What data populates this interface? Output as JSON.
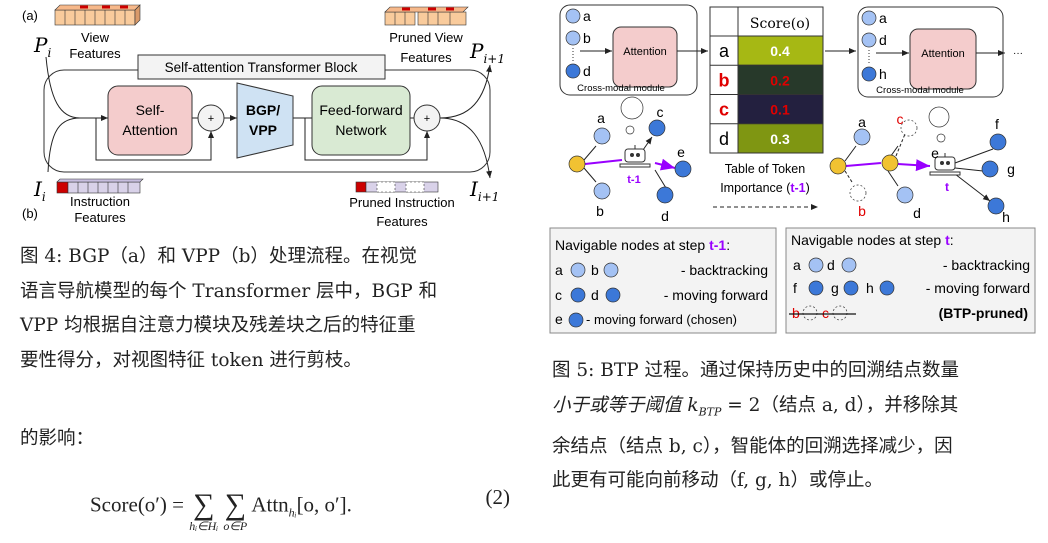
{
  "fig4": {
    "label_a": "(a)",
    "label_b": "(b)",
    "p_i": "P",
    "p_i_sub": "i",
    "p_next": "P",
    "p_next_sub": "i+1",
    "i_i": "I",
    "i_i_sub": "i",
    "i_next": "I",
    "i_next_sub": "i+1",
    "view_features": [
      "View",
      "Features"
    ],
    "pruned_view_features": [
      "Pruned View",
      "Features"
    ],
    "instruction_features": [
      "Instruction",
      "Features"
    ],
    "pruned_instruction_features": [
      "Pruned Instruction",
      "Features"
    ],
    "block_title": "Self-attention Transformer Block",
    "self_attention": [
      "Self-",
      "Attention"
    ],
    "bgp_vpp": [
      "BGP/",
      "VPP"
    ],
    "ffn": [
      "Feed-forward",
      "Network"
    ],
    "plus": "+",
    "caption": [
      "图 4: BGP（a）和 VPP（b）处理流程。在视觉",
      "语言导航模型的每个 Transformer 层中，BGP 和",
      "VPP 均根据自注意力模块及残差块之后的特征重",
      "要性得分，对视图特征 token 进行剪枝。"
    ]
  },
  "body_text": "的影响：",
  "equation": {
    "lhs": "Score(o′) =",
    "sum1_sub": "hᵢ∈Hᵢ",
    "sum2_sub": "o∈P",
    "term": "Attn",
    "term_sub": "hᵢ",
    "args": "[o, o′].",
    "number": "(2)"
  },
  "fig5": {
    "attention": "Attention",
    "cross_modal_module": "Cross-modal module",
    "left_nodes": [
      "a",
      "b",
      "d"
    ],
    "right_nodes": [
      "a",
      "d",
      "h"
    ],
    "ellipsis": "···",
    "table": {
      "header": "Score(o)",
      "rows": [
        {
          "node": "a",
          "score": "0.4",
          "color": "#a6b814",
          "pruned": false
        },
        {
          "node": "b",
          "score": "0.2",
          "color": "#27392a",
          "pruned": true
        },
        {
          "node": "c",
          "score": "0.1",
          "color": "#23203f",
          "pruned": true
        },
        {
          "node": "d",
          "score": "0.3",
          "color": "#7f9612",
          "pruned": false
        }
      ],
      "caption": [
        "Table of Token",
        "Importance (",
        "t-1",
        ")"
      ]
    },
    "graph_left": {
      "step": "t-1",
      "nodes": [
        "a",
        "b",
        "c",
        "d",
        "e"
      ]
    },
    "graph_right": {
      "step": "t",
      "nodes": [
        "a",
        "b",
        "c",
        "d",
        "e",
        "f",
        "g",
        "h"
      ]
    },
    "legend_left": {
      "title": "Navigable nodes at step ",
      "step": "t-1",
      "colon": ":",
      "rows": [
        {
          "nodes": [
            "a",
            "b"
          ],
          "text": "- backtracking"
        },
        {
          "nodes": [
            "c",
            "d"
          ],
          "text": "- moving forward"
        },
        {
          "nodes": [
            "e"
          ],
          "text": "- moving forward (chosen)"
        }
      ]
    },
    "legend_right": {
      "title": "Navigable nodes at step ",
      "step": "t",
      "colon": ":",
      "rows": [
        {
          "nodes": [
            "a",
            "d"
          ],
          "text": "- backtracking"
        },
        {
          "nodes": [
            "f",
            "g",
            "h"
          ],
          "text": "- moving forward"
        },
        {
          "nodes": [
            "b",
            "c"
          ],
          "text": "(BTP-pruned)"
        }
      ]
    },
    "caption": [
      "图 5: BTP 过程。通过保持历史中的回溯结点数量",
      "小于或等于阈值 k",
      "BTP",
      " = 2（结点 a, d），并移除其",
      "余结点（结点 b, c），智能体的回溯选择减少，因",
      "此更有可能向前移动（f, g, h）或停止。"
    ]
  },
  "colors": {
    "light_node": "#a4c2f4",
    "dark_node": "#3c78d8",
    "yellow_node": "#f1c232",
    "purple": "#9900ff",
    "red": "#e00000"
  }
}
